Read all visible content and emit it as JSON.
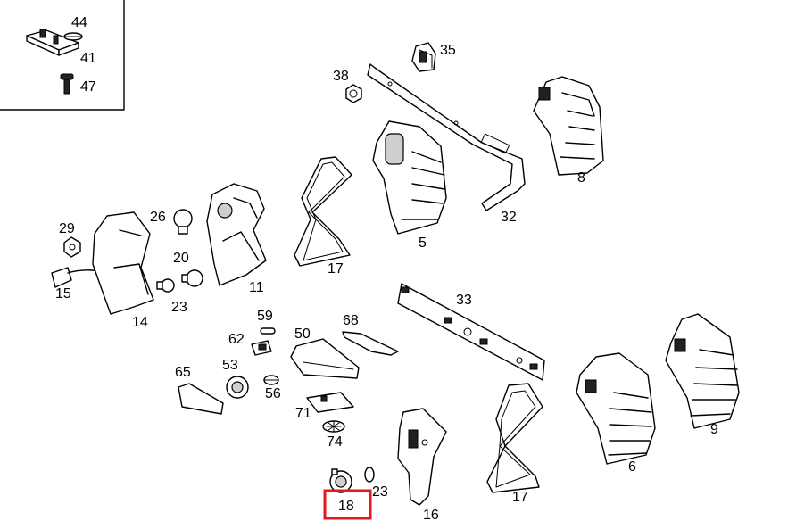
{
  "diagram": {
    "labels": {
      "p44": "44",
      "p41": "41",
      "p47": "47",
      "p35": "35",
      "p38": "38",
      "p8": "8",
      "p5": "5",
      "p32": "32",
      "p17a": "17",
      "p26": "26",
      "p29": "29",
      "p11": "11",
      "p20": "20",
      "p15": "15",
      "p23a": "23",
      "p14": "14",
      "p33": "33",
      "p59": "59",
      "p62": "62",
      "p50": "50",
      "p68": "68",
      "p65": "65",
      "p53": "53",
      "p56": "56",
      "p71": "71",
      "p74": "74",
      "p16": "16",
      "p17b": "17",
      "p6": "6",
      "p9": "9",
      "p23b": "23",
      "p18": "18"
    },
    "highlight": {
      "label": "18",
      "color": "#e8161b"
    },
    "line_color": "#000000",
    "background": "#ffffff"
  }
}
